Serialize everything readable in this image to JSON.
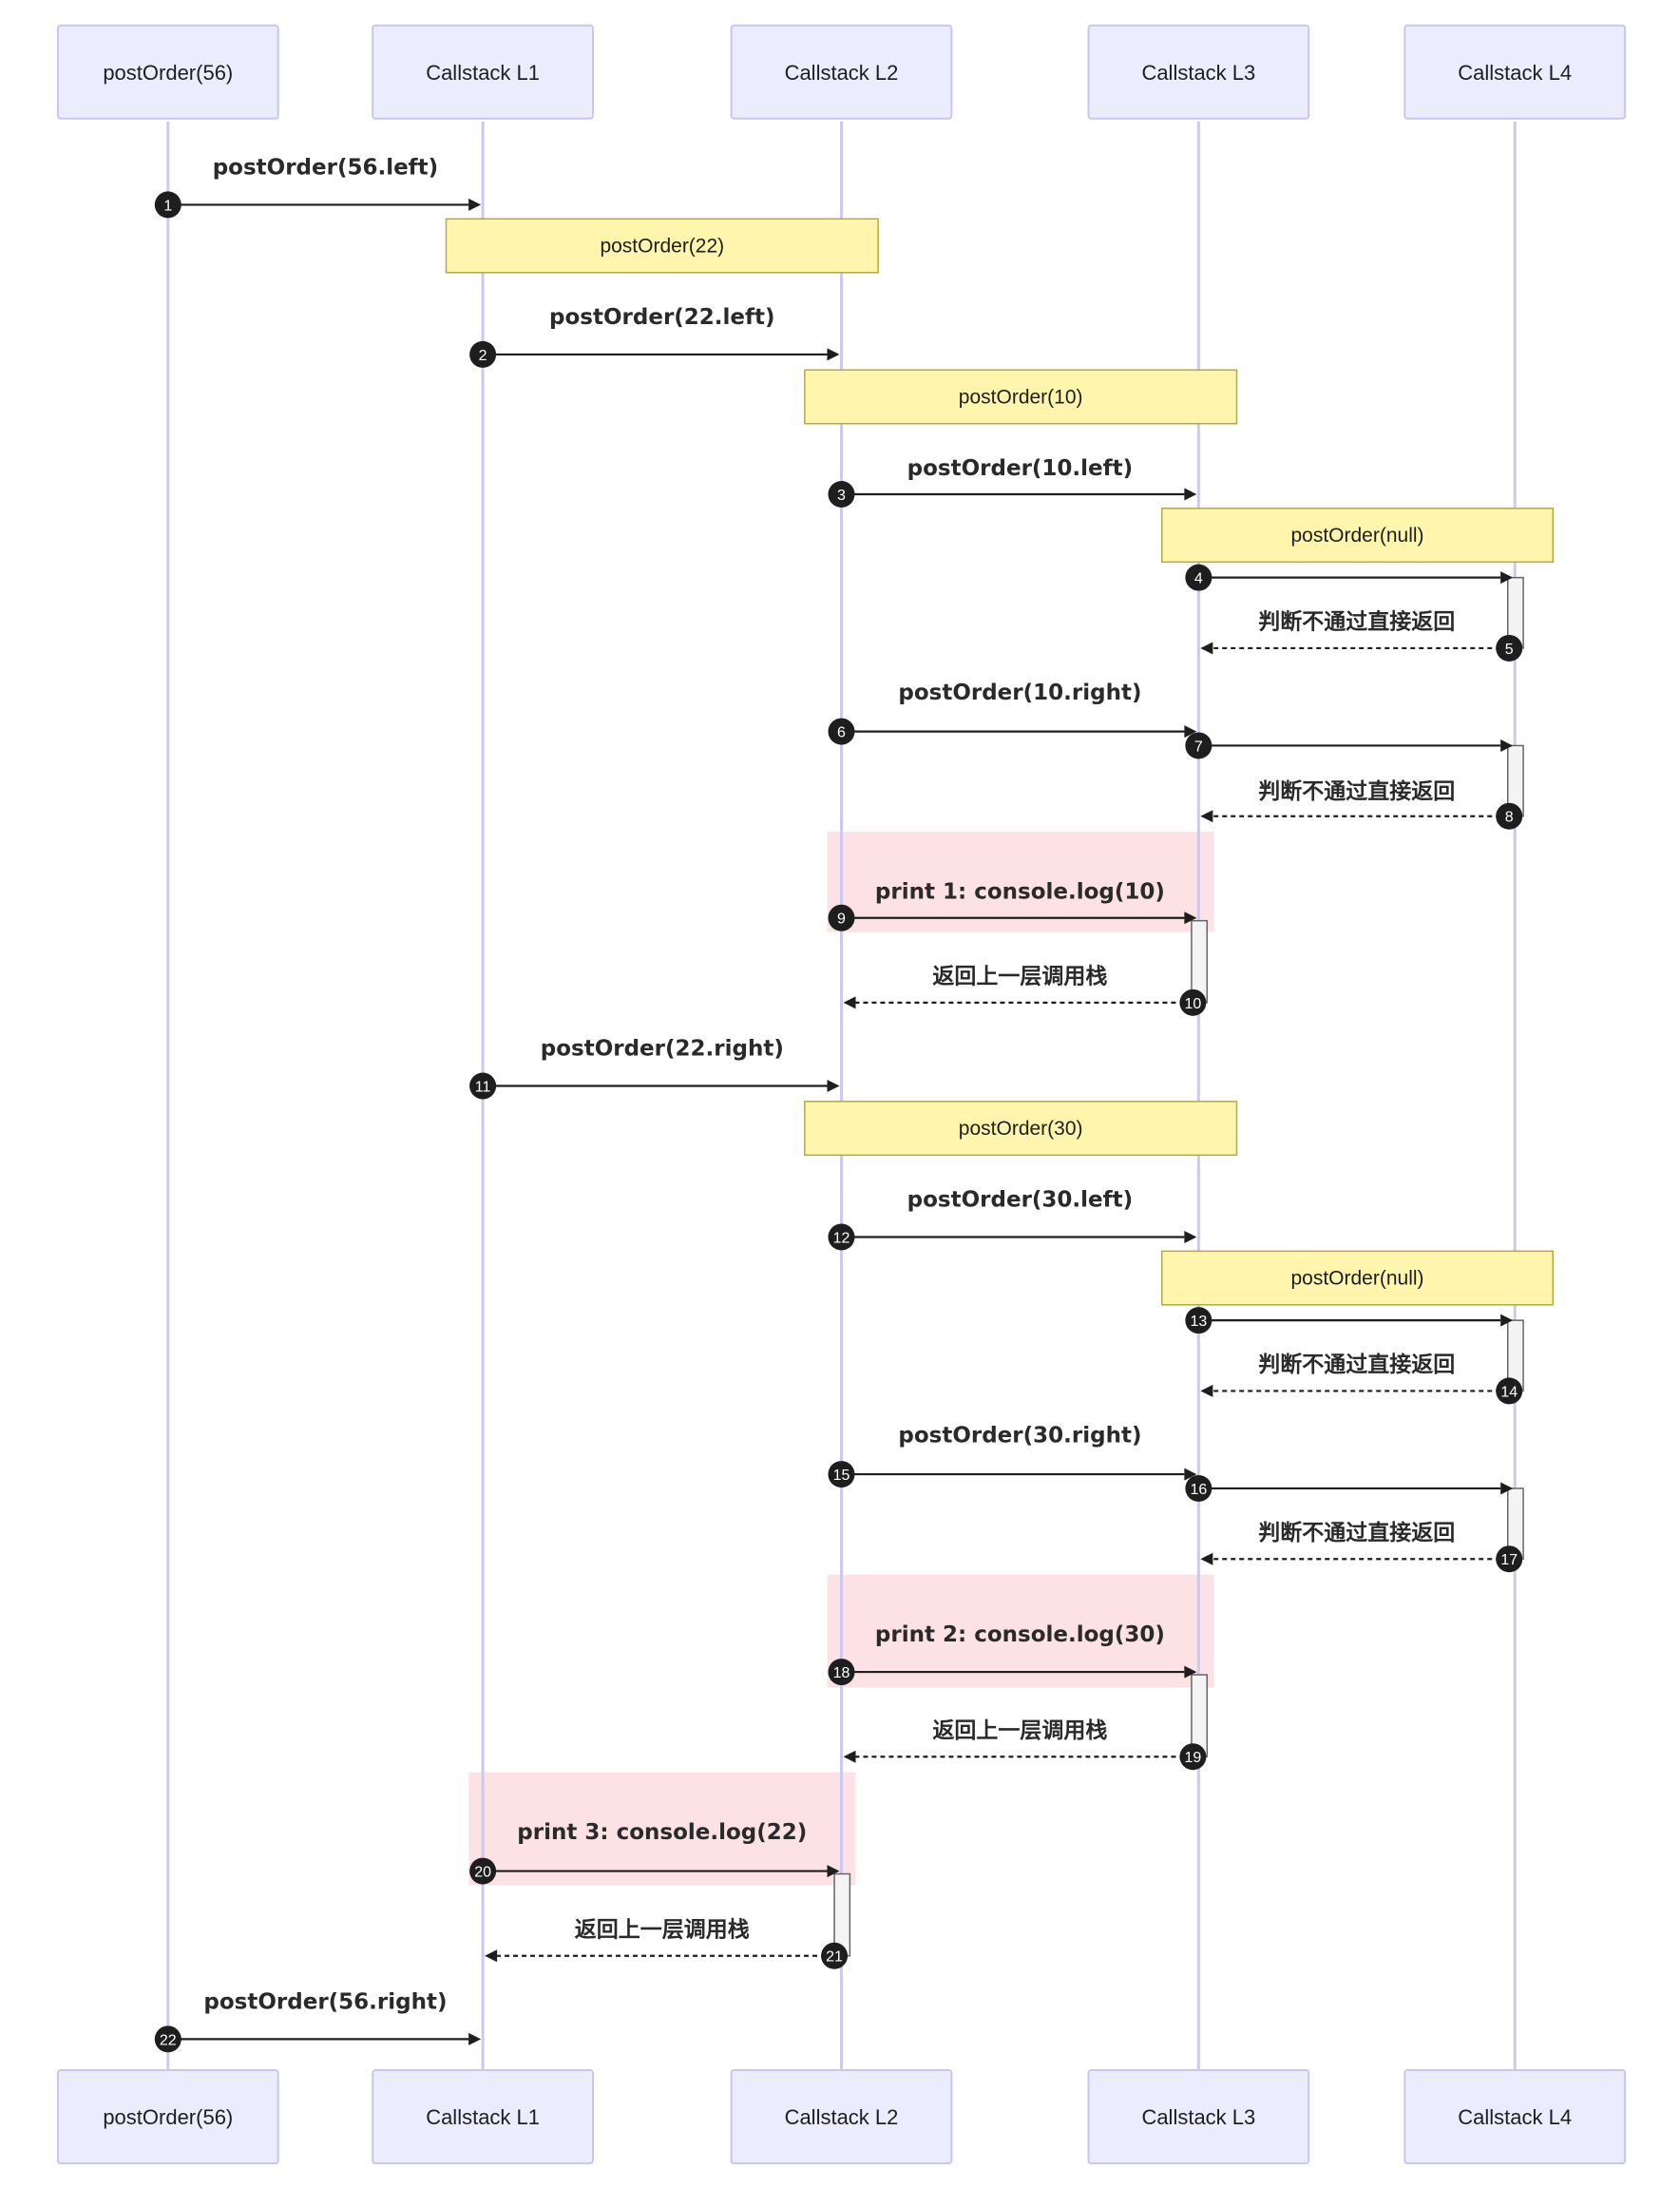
{
  "participants": [
    "postOrder(56)",
    "Callstack L1",
    "Callstack L2",
    "Callstack L3",
    "Callstack L4"
  ],
  "notes": [
    {
      "text": "postOrder(22)",
      "type": "note"
    },
    {
      "text": "postOrder(10)",
      "type": "note"
    },
    {
      "text": "postOrder(null)",
      "type": "note"
    },
    {
      "text": "postOrder(30)",
      "type": "note"
    },
    {
      "text": "postOrder(null)",
      "type": "note"
    }
  ],
  "highlights": [
    "print 1",
    "print 2",
    "print 3"
  ],
  "messages": [
    {
      "n": "1",
      "from": 0,
      "to": 1,
      "label": "postOrder(56.left)",
      "style": "solid"
    },
    {
      "n": "2",
      "from": 1,
      "to": 2,
      "label": "postOrder(22.left)",
      "style": "solid"
    },
    {
      "n": "3",
      "from": 2,
      "to": 3,
      "label": "postOrder(10.left)",
      "style": "solid"
    },
    {
      "n": "4",
      "from": 3,
      "to": 4,
      "label": "",
      "style": "solid"
    },
    {
      "n": "5",
      "from": 4,
      "to": 3,
      "label": "判断不通过直接返回",
      "style": "dashed"
    },
    {
      "n": "6",
      "from": 2,
      "to": 3,
      "label": "postOrder(10.right)",
      "style": "solid"
    },
    {
      "n": "7",
      "from": 3,
      "to": 4,
      "label": "",
      "style": "solid"
    },
    {
      "n": "8",
      "from": 4,
      "to": 3,
      "label": "判断不通过直接返回",
      "style": "dashed"
    },
    {
      "n": "9",
      "from": 2,
      "to": 3,
      "label": "print 1: console.log(10)",
      "style": "solid"
    },
    {
      "n": "10",
      "from": 3,
      "to": 2,
      "label": "返回上一层调用栈",
      "style": "dashed"
    },
    {
      "n": "11",
      "from": 1,
      "to": 2,
      "label": "postOrder(22.right)",
      "style": "solid"
    },
    {
      "n": "12",
      "from": 2,
      "to": 3,
      "label": "postOrder(30.left)",
      "style": "solid"
    },
    {
      "n": "13",
      "from": 3,
      "to": 4,
      "label": "",
      "style": "solid"
    },
    {
      "n": "14",
      "from": 4,
      "to": 3,
      "label": "判断不通过直接返回",
      "style": "dashed"
    },
    {
      "n": "15",
      "from": 2,
      "to": 3,
      "label": "postOrder(30.right)",
      "style": "solid"
    },
    {
      "n": "16",
      "from": 3,
      "to": 4,
      "label": "",
      "style": "solid"
    },
    {
      "n": "17",
      "from": 4,
      "to": 3,
      "label": "判断不通过直接返回",
      "style": "dashed"
    },
    {
      "n": "18",
      "from": 2,
      "to": 3,
      "label": "print 2: console.log(30)",
      "style": "solid"
    },
    {
      "n": "19",
      "from": 3,
      "to": 2,
      "label": "返回上一层调用栈",
      "style": "dashed"
    },
    {
      "n": "20",
      "from": 1,
      "to": 2,
      "label": "print 3: console.log(22)",
      "style": "solid"
    },
    {
      "n": "21",
      "from": 2,
      "to": 1,
      "label": "返回上一层调用栈",
      "style": "dashed"
    },
    {
      "n": "22",
      "from": 0,
      "to": 1,
      "label": "postOrder(56.right)",
      "style": "solid"
    }
  ]
}
